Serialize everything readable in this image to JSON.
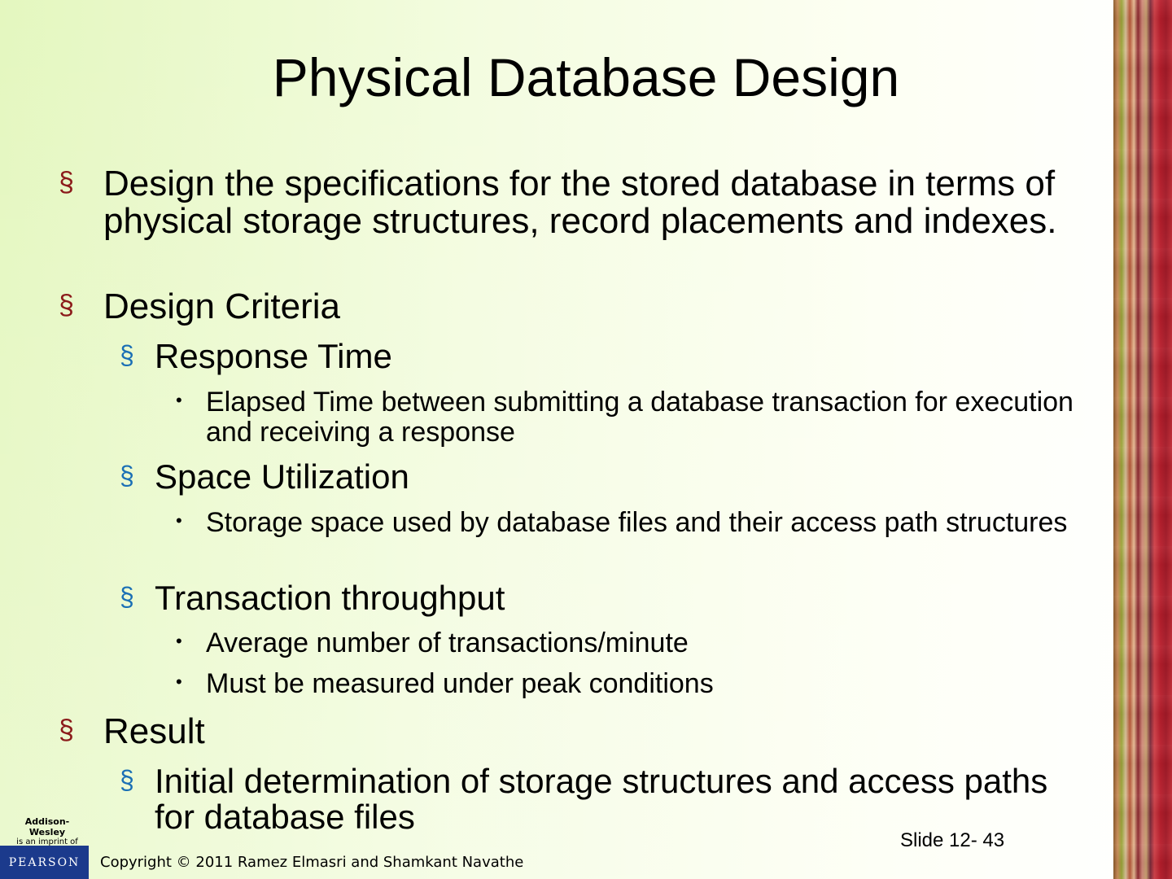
{
  "slide": {
    "title": "Physical Database Design",
    "bullets": {
      "b1": "Design the specifications for the stored database in terms of physical storage structures, record placements and indexes.",
      "b2": "Design Criteria",
      "b2_1": "Response Time",
      "b2_1_1": "Elapsed Time between submitting a database transaction for execution and receiving a response",
      "b2_2": "Space Utilization",
      "b2_2_1": "Storage space used by database files and their access path structures",
      "b2_3": "Transaction throughput",
      "b2_3_1": "Average number of transactions/minute",
      "b2_3_2": "Must be measured under peak conditions",
      "b3": "Result",
      "b3_1": "Initial determination of storage structures and access paths for database files"
    },
    "bullet_glyphs": {
      "level1": "§",
      "level2": "§",
      "level3": "•"
    },
    "slide_number": "Slide 12- 43",
    "copyright": "Copyright © 2011 Ramez Elmasri and Shamkant Navathe",
    "logos": {
      "publisher_line1": "Addison-Wesley",
      "publisher_line2": "is an imprint of",
      "pearson": "PEARSON"
    }
  },
  "colors": {
    "level1_bullet": "#8b1a1a",
    "level2_bullet": "#1a6fb5",
    "pearson_blue": "#1b3a8c"
  }
}
